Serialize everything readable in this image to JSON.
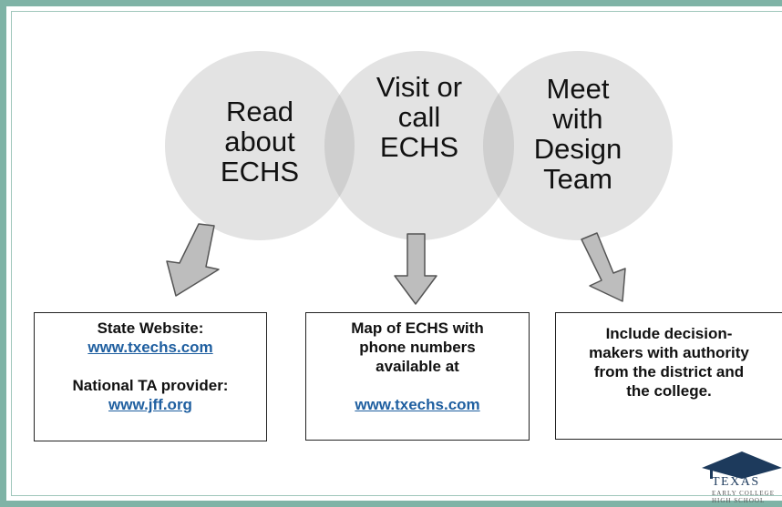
{
  "steps": [
    {
      "circle_lines": [
        "Read",
        "about",
        "ECHS"
      ],
      "box": {
        "heading1": "State Website:",
        "link1": "www.txechs.com",
        "heading2": "National TA provider:",
        "link2": "www.jff.org"
      }
    },
    {
      "circle_lines": [
        "Visit or",
        "call",
        "ECHS"
      ],
      "box": {
        "lines": [
          "Map of ECHS with",
          "phone numbers",
          "available at"
        ],
        "link": "www.txechs.com"
      }
    },
    {
      "circle_lines": [
        "Meet",
        "with",
        "Design",
        "Team"
      ],
      "box": {
        "lines": [
          "Include decision-",
          "makers with authority",
          "from the district and",
          "the college."
        ]
      }
    }
  ],
  "logo": {
    "line1": "TEXAS",
    "line2": "EARLY COLLEGE",
    "line3": "HIGH SCHOOL"
  },
  "colors": {
    "frame": "#7fb3a6",
    "circle": "#e3e3e3",
    "circle_overlap": "#cfcfcf",
    "arrow_fill": "#bdbdbd",
    "link": "#1f5fa0",
    "logo": "#1d3a5c"
  }
}
